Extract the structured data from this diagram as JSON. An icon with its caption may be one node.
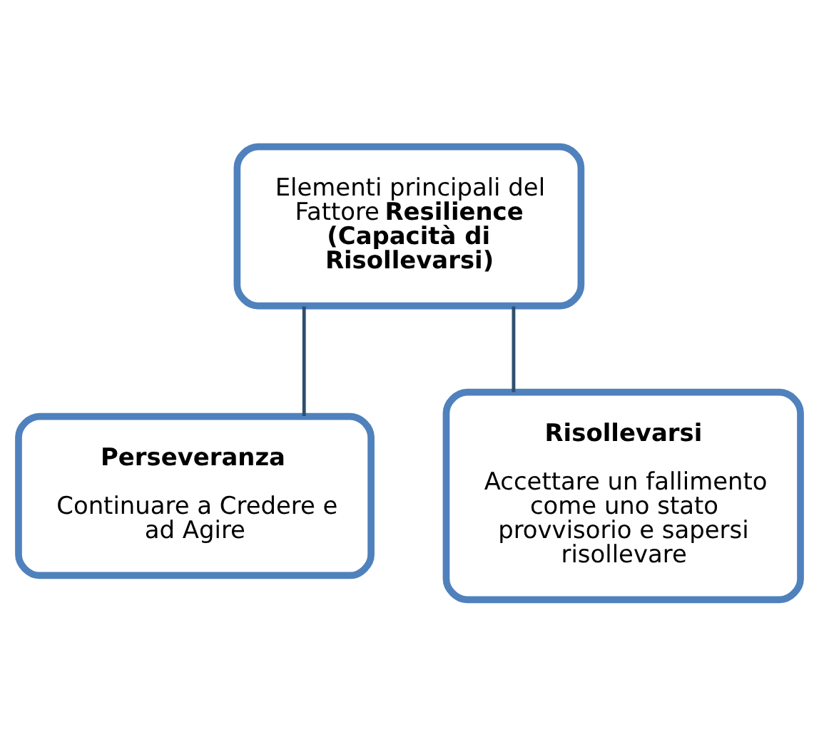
{
  "diagram": {
    "nodes": [
      {
        "text": [
          "Elementi principali del Fattore **Resilience (Capacità di Risollevarsi)**"
        ]
      },
      {
        "text": [
          "Perseveranza",
          "Continuare a Credere e ad Agire"
        ]
      },
      {
        "text": [
          "Risollevarsi",
          "Accettare un fallimento come uno stato provvisorio e sapersi risollevare"
        ]
      }
    ],
    "edges": [
      {
        "from": 0,
        "to": 1,
        "arrow": "none"
      },
      {
        "from": 0,
        "to": 2,
        "arrow": "none"
      }
    ]
  }
}
